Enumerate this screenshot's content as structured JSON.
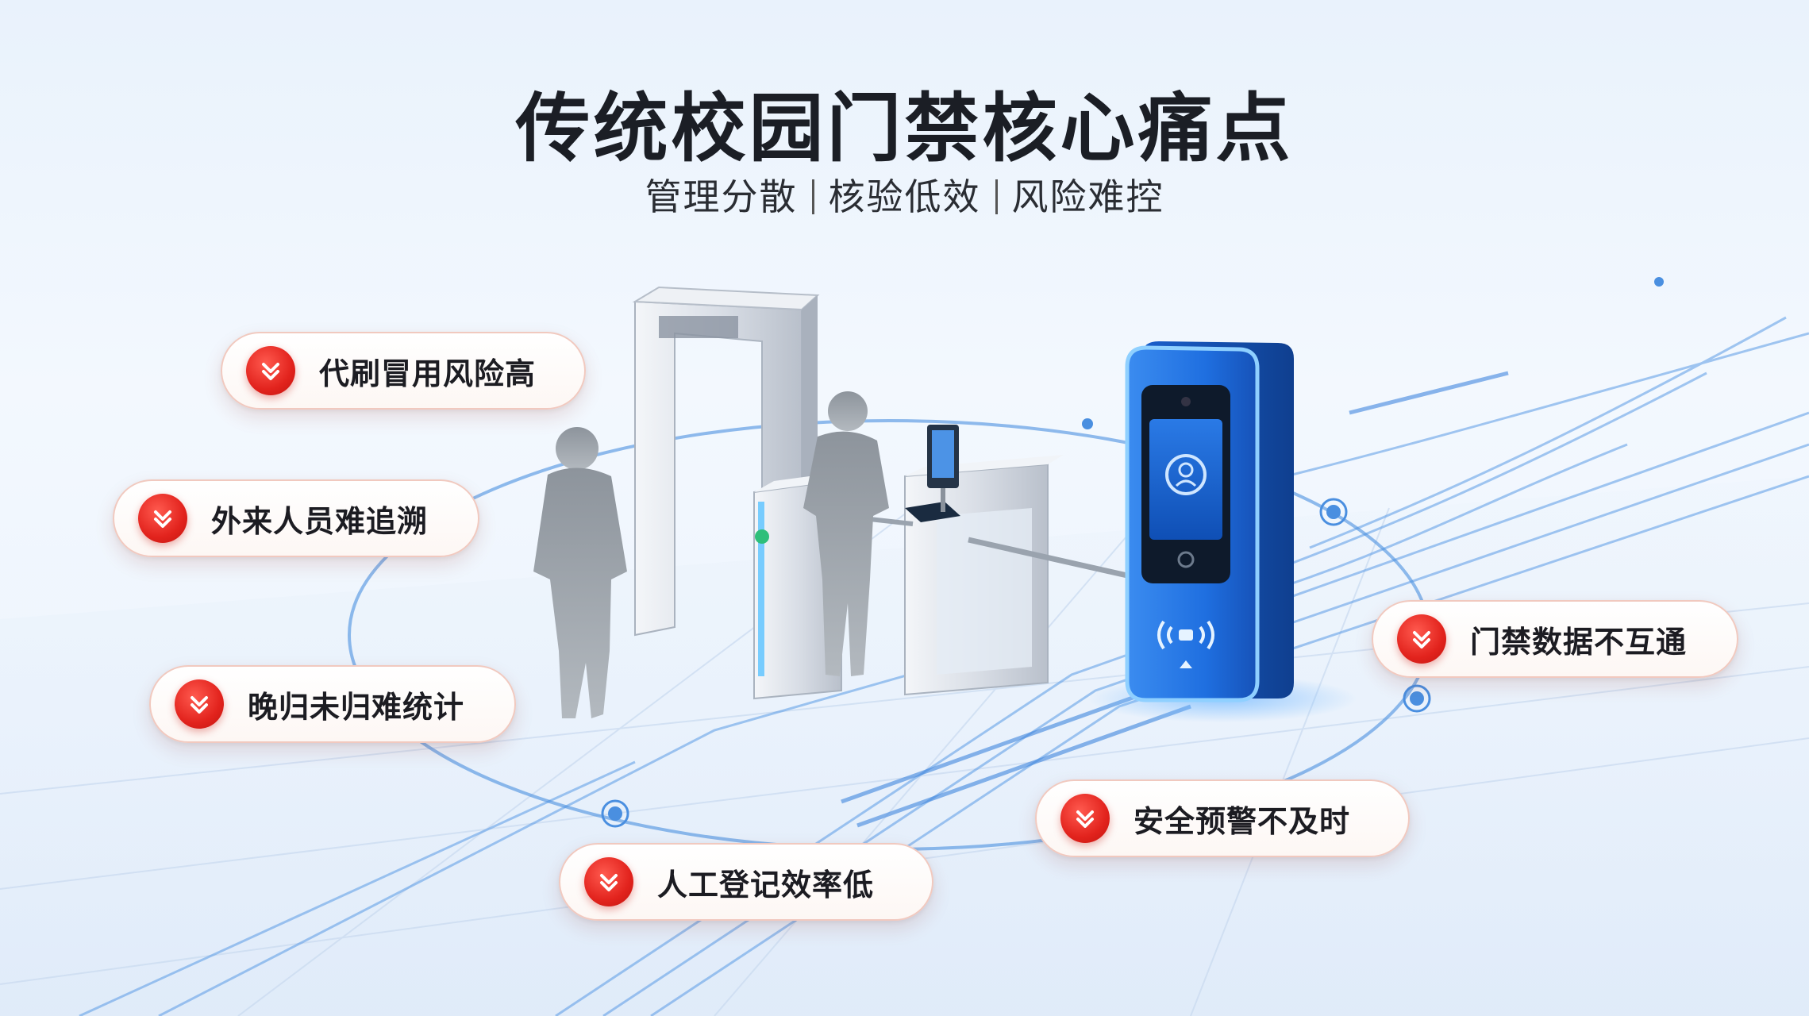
{
  "page": {
    "title": "传统校园门禁核心痛点",
    "subtitle": [
      "管理分散",
      "核验低效",
      "风险难控"
    ]
  },
  "pain_points": [
    {
      "label": "代刷冒用风险高",
      "icon": "alert-down-chevron-icon"
    },
    {
      "label": "外来人员难追溯",
      "icon": "alert-down-chevron-icon"
    },
    {
      "label": "晚归未归难统计",
      "icon": "alert-down-chevron-icon"
    },
    {
      "label": "人工登记效率低",
      "icon": "alert-down-chevron-icon"
    },
    {
      "label": "安全预警不及时",
      "icon": "alert-down-chevron-icon"
    },
    {
      "label": "门禁数据不互通",
      "icon": "alert-down-chevron-icon"
    }
  ],
  "colors": {
    "alert_red": "#e2231d",
    "kiosk_blue": "#1f6fe0",
    "circuit_blue": "#4a90e2",
    "title_dark": "#1b1e25"
  }
}
